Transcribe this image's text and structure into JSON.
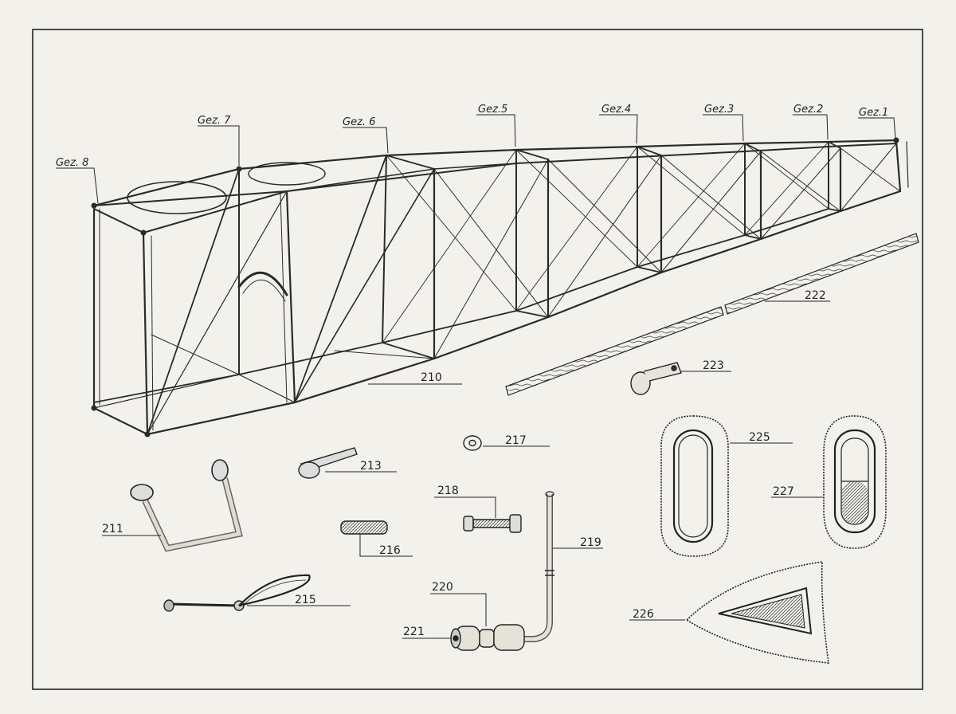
{
  "stations": [
    "Gez. 8",
    "Gez. 7",
    "Gez. 6",
    "Gez.5",
    "Gez.4",
    "Gez.3",
    "Gez.2",
    "Gez.1"
  ],
  "parts": {
    "p210": "210",
    "p211": "211",
    "p213": "213",
    "p215": "215",
    "p216": "216",
    "p217": "217",
    "p218": "218",
    "p219": "219",
    "p220": "220",
    "p221": "221",
    "p222": "222",
    "p223": "223",
    "p225": "225",
    "p226": "226",
    "p227": "227"
  }
}
